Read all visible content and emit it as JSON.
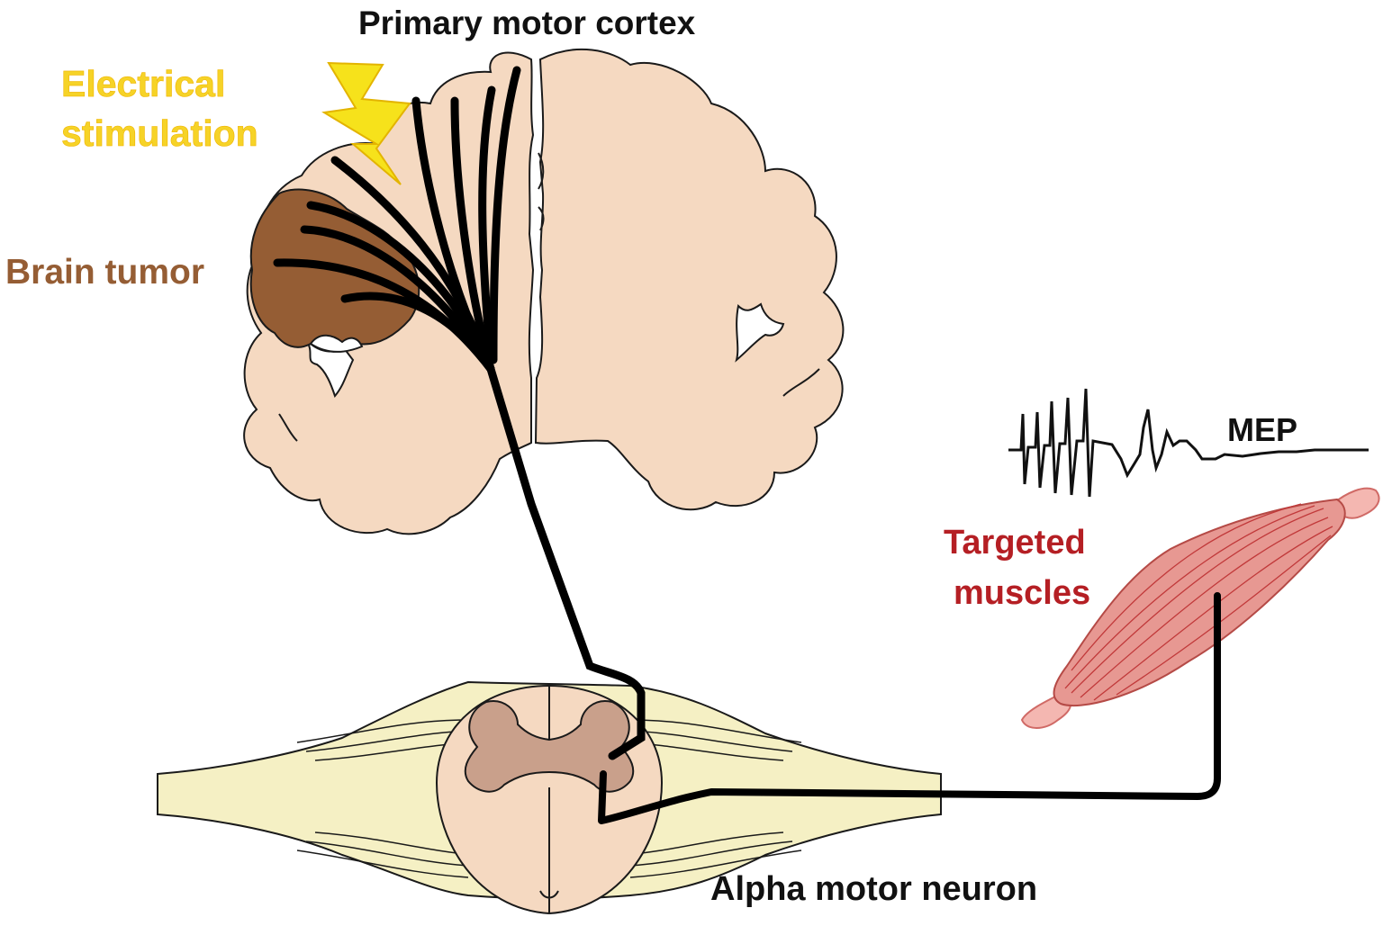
{
  "labels": {
    "primary_motor_cortex": "Primary motor cortex",
    "electrical_stimulation_line1": "Electrical",
    "electrical_stimulation_line2": "stimulation",
    "brain_tumor": "Brain tumor",
    "targeted_muscles_line1": "Targeted",
    "targeted_muscles_line2": "muscles",
    "mep": "MEP",
    "alpha_motor_neuron": "Alpha motor neuron"
  },
  "colors": {
    "brain": "#f5d9c1",
    "tumor": "#955d34",
    "stimulation": "#f6e21b",
    "stimulation_text": "#f6d327",
    "muscle": "#e79892",
    "muscle_text": "#b51f24",
    "tendon": "#f4b7b1",
    "nerve_roots": "#f5f0c4",
    "grey_matter": "#c9a08b",
    "pathway": "#000000"
  },
  "icons": {
    "stimulation": "lightning-bolt-icon"
  }
}
